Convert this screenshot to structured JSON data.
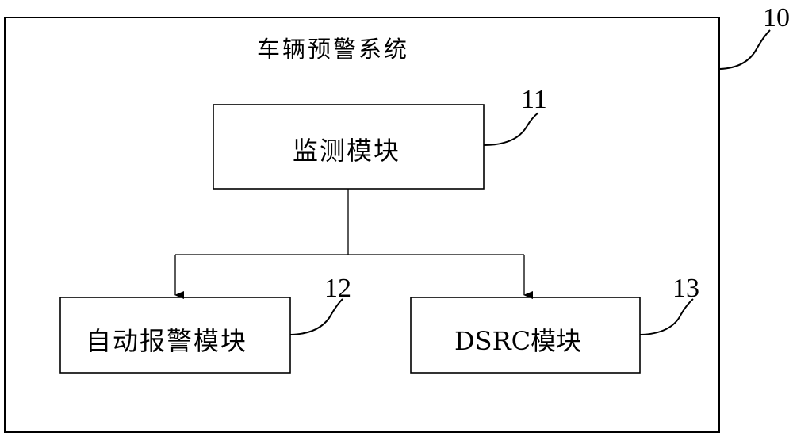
{
  "system": {
    "title": "车辆预警系统",
    "ref": "10"
  },
  "modules": {
    "monitor": {
      "label": "监测模块",
      "ref": "11"
    },
    "auto_alarm": {
      "label": "自动报警模块",
      "ref": "12"
    },
    "dsrc": {
      "label": "DSRC模块",
      "ref": "13"
    }
  },
  "colors": {
    "stroke": "#000000",
    "background": "#ffffff"
  }
}
